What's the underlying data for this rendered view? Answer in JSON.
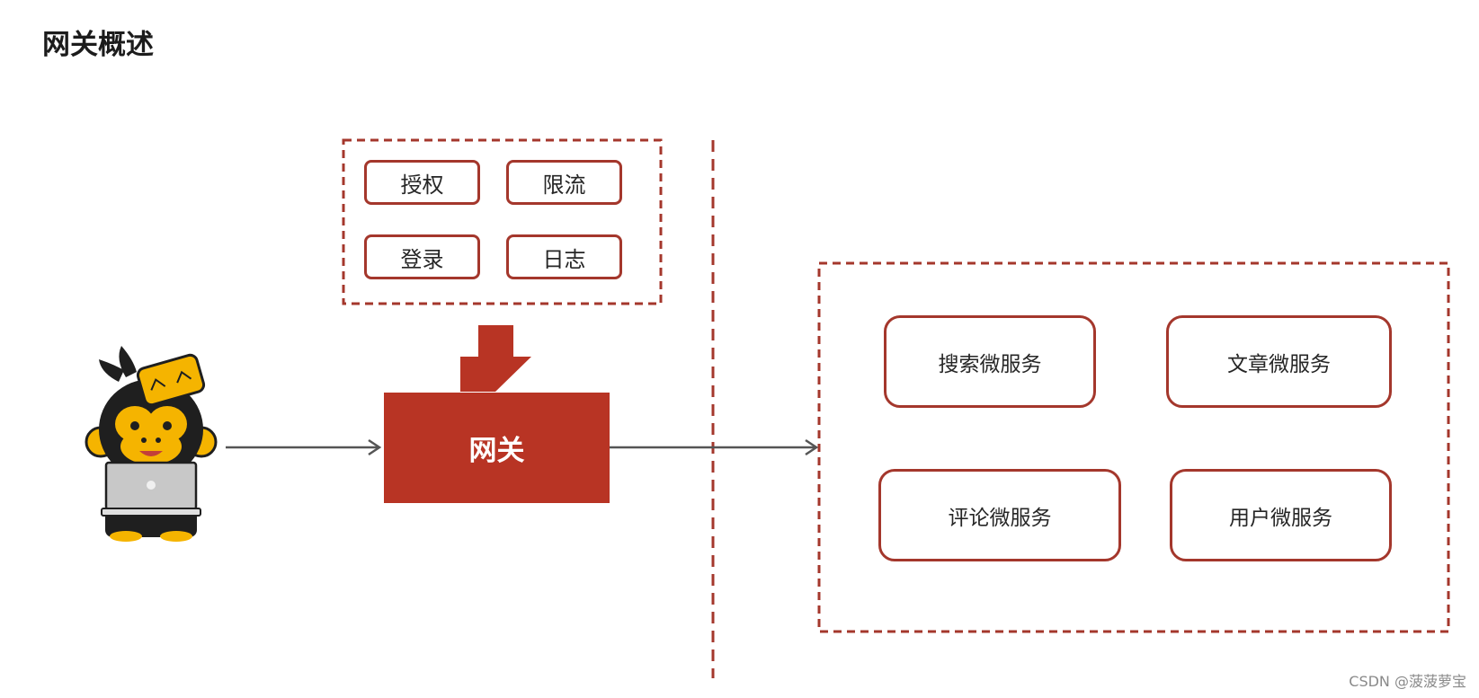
{
  "title": "网关概述",
  "features": [
    "授权",
    "限流",
    "登录",
    "日志"
  ],
  "gateway": "网关",
  "services": [
    "搜索微服务",
    "文章微服务",
    "评论微服务",
    "用户微服务"
  ],
  "watermark": "CSDN @菠菠萝宝",
  "colors": {
    "accent": "#b83424",
    "border": "#a4372c",
    "arrow": "#555555",
    "mascot_fur": "#1f1f1f",
    "mascot_face": "#f5b400"
  }
}
